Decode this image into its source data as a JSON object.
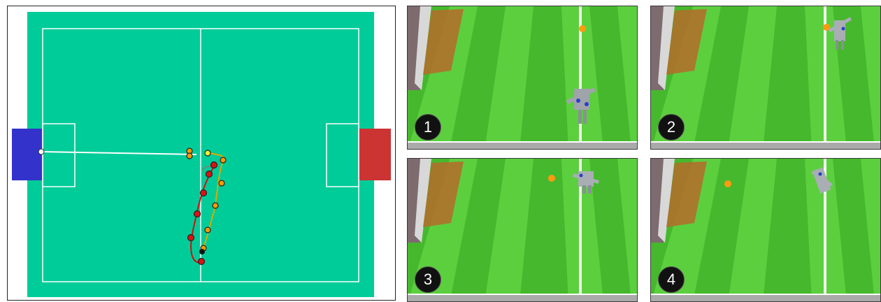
{
  "colors": {
    "pitch": "#00cc99",
    "lines": "#ffffff",
    "blue_goal": "#3333cc",
    "red_goal": "#cc3333",
    "red_path": "#cc1111",
    "yellow_path": "#ddaa00",
    "orange_marker": "#ff9900",
    "yellow_marker": "#ffee33",
    "grass_light": "#5ccf3e",
    "grass_dark": "#46b82d",
    "ball": "#ff9a10"
  },
  "frames": [
    {
      "label": "1"
    },
    {
      "label": "2"
    },
    {
      "label": "3"
    },
    {
      "label": "4"
    }
  ],
  "icons": [
    "robot-icon",
    "ball-icon",
    "goal-icon"
  ]
}
